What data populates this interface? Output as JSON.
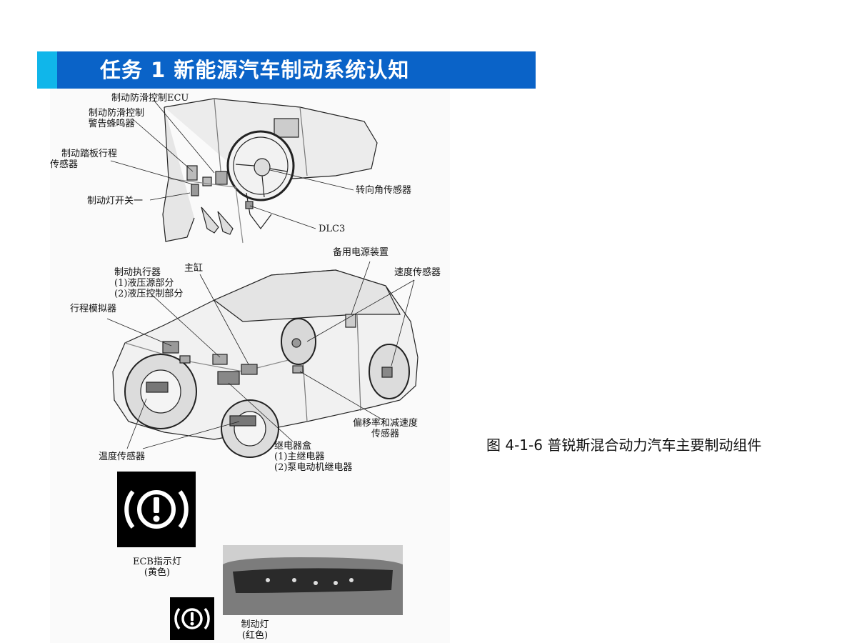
{
  "header": {
    "title": "任务 1   新能源汽车制动系统认知",
    "bar_color": "#0a63c8",
    "accent_color": "#10b6ea"
  },
  "dashboard_labels": {
    "abs_ecu": "制动防滑控制ECU",
    "abs_buzzer_line1": "制动防滑控制",
    "abs_buzzer_line2": "警告蜂鸣器",
    "pedal_sensor_line1": "制动踏板行程",
    "pedal_sensor_line2": "传感器",
    "stop_lamp_switch": "制动灯开关一",
    "steering_sensor": "转向角传感器",
    "dlc3": "DLC3"
  },
  "vehicle_labels": {
    "backup_power": "备用电源装置",
    "speed_sensor": "速度传感器",
    "actuator_line1": "制动执行器",
    "actuator_line2": "(1)液压源部分",
    "actuator_line3": "(2)液压控制部分",
    "master_cylinder": "主缸",
    "stroke_simulator": "行程模拟器",
    "yaw_sensor_line1": "偏移率和减速度",
    "yaw_sensor_line2": "传感器",
    "relay_box_line1": "继电器盒",
    "relay_box_line2": "(1)主继电器",
    "relay_box_line3": "(2)泵电动机继电器",
    "temp_sensor": "温度传感器"
  },
  "indicator_labels": {
    "ecb_line1": "ECB指示灯",
    "ecb_line2": "(黄色)",
    "brake_line1": "制动灯",
    "brake_line2": "(红色)"
  },
  "caption": "图 4-1-6   普锐斯混合动力汽车主要制动组件",
  "icons": [
    "brake-warning-icon-large",
    "brake-warning-icon-small"
  ]
}
